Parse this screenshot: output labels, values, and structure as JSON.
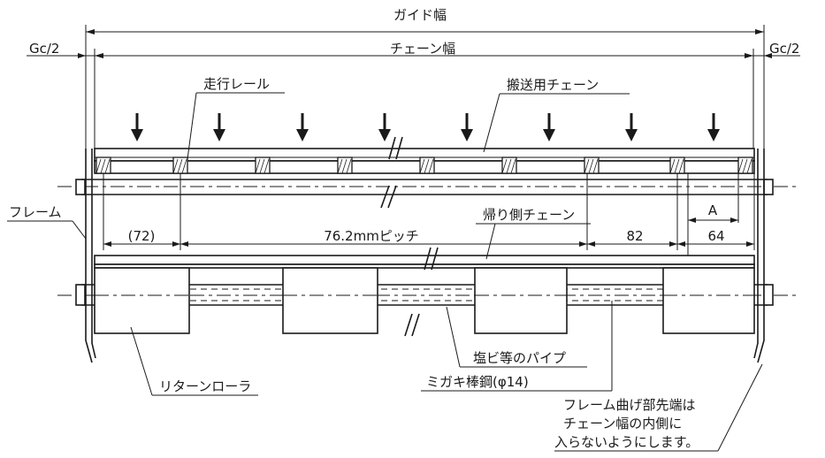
{
  "labels": {
    "guide_width": "ガイド幅",
    "chain_width": "チェーン幅",
    "gc_left": "Gc/2",
    "gc_right": "Gc/2",
    "running_rail": "走行レール",
    "conveying_chain": "搬送用チェーン",
    "frame": "フレーム",
    "return_chain": "帰り側チェーン",
    "dim_72": "(72)",
    "pitch": "76.2mmピッチ",
    "dim_82": "82",
    "dim_64": "64",
    "dim_a": "A",
    "pvc_pipe": "塩ビ等のパイプ",
    "return_roller": "リターンローラ",
    "steel_bar": "ミガキ棒鋼(φ14)",
    "note_line1": "フレーム曲げ部先端は",
    "note_line2": "チェーン幅の内側に",
    "note_line3": "入らないようにします。"
  }
}
